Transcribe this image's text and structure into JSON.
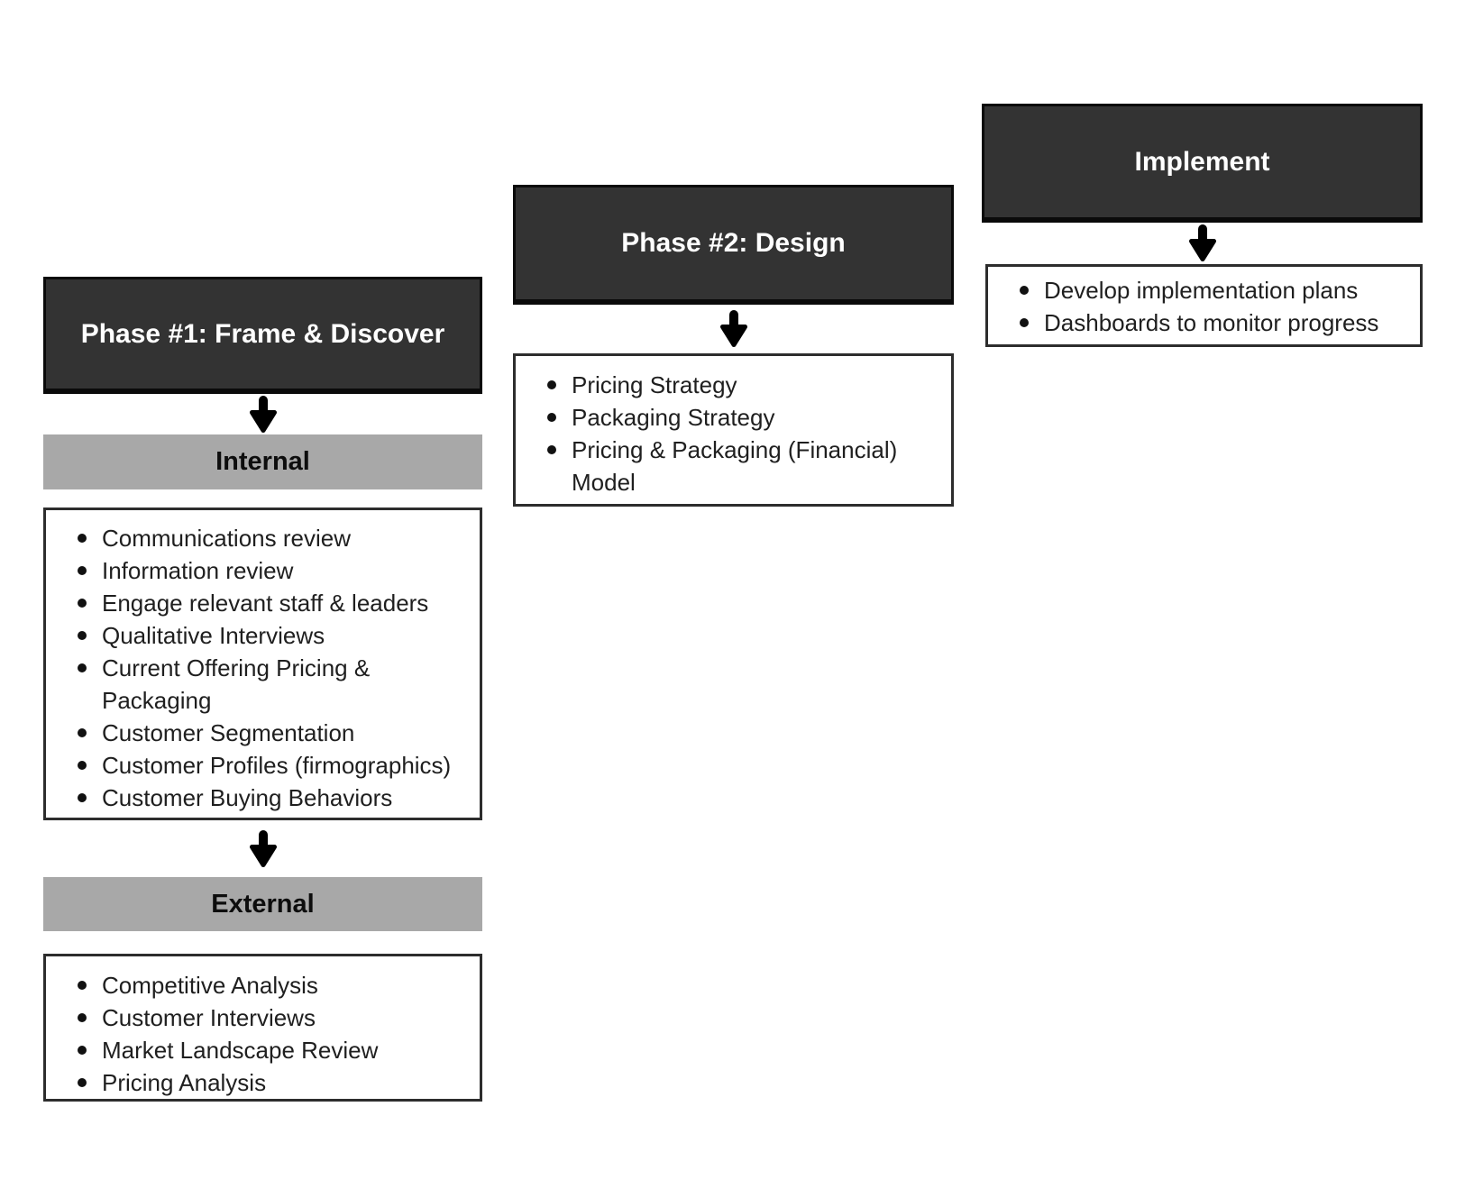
{
  "colors": {
    "phase_box_bg": "#333333",
    "phase_box_border": "#0a0a0a",
    "phase_box_text": "#ffffff",
    "section_header_bg": "#a8a8a8",
    "section_header_text": "#0d0d0d",
    "list_box_border": "#2d2d2d",
    "list_text": "#1f1f1f",
    "arrow": "#000000",
    "background": "#ffffff"
  },
  "columns": [
    {
      "title": "Phase #1: Frame & Discover",
      "sections": [
        {
          "header": "Internal",
          "items": [
            "Communications review",
            "Information review",
            "Engage relevant staff & leaders",
            "Qualitative Interviews",
            "Current Offering Pricing &\nPackaging",
            "Customer Segmentation",
            "Customer Profiles (firmographics)",
            "Customer Buying Behaviors"
          ]
        },
        {
          "header": "External",
          "items": [
            "Competitive Analysis",
            "Customer Interviews",
            "Market Landscape Review",
            "Pricing Analysis"
          ]
        }
      ]
    },
    {
      "title": "Phase #2: Design",
      "items": [
        "Pricing Strategy",
        "Packaging Strategy",
        "Pricing & Packaging (Financial)\nModel"
      ]
    },
    {
      "title": "Implement",
      "items": [
        "Develop implementation plans",
        "Dashboards to monitor progress"
      ]
    }
  ]
}
